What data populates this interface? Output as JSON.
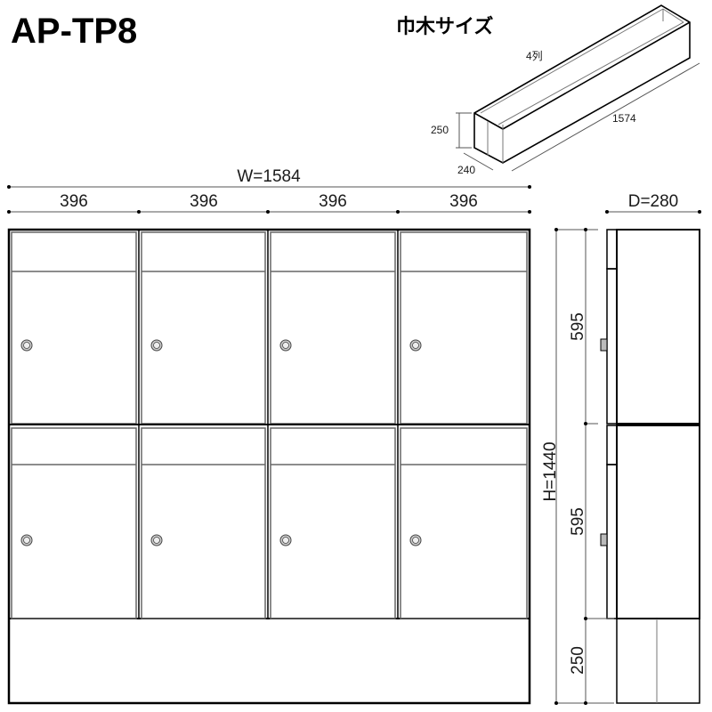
{
  "title": "AP-TP8",
  "plinth_section": {
    "label": "巾木サイズ",
    "columns_label": "4列",
    "length": "1574",
    "height": "250",
    "depth": "240"
  },
  "front_view": {
    "width_label": "W=1584",
    "column_widths": [
      "396",
      "396",
      "396",
      "396"
    ],
    "rows": 2,
    "columns": 4
  },
  "side_view": {
    "depth_label": "D=280",
    "height_label": "H=1440",
    "segment_heights": [
      "595",
      "595",
      "250"
    ]
  }
}
